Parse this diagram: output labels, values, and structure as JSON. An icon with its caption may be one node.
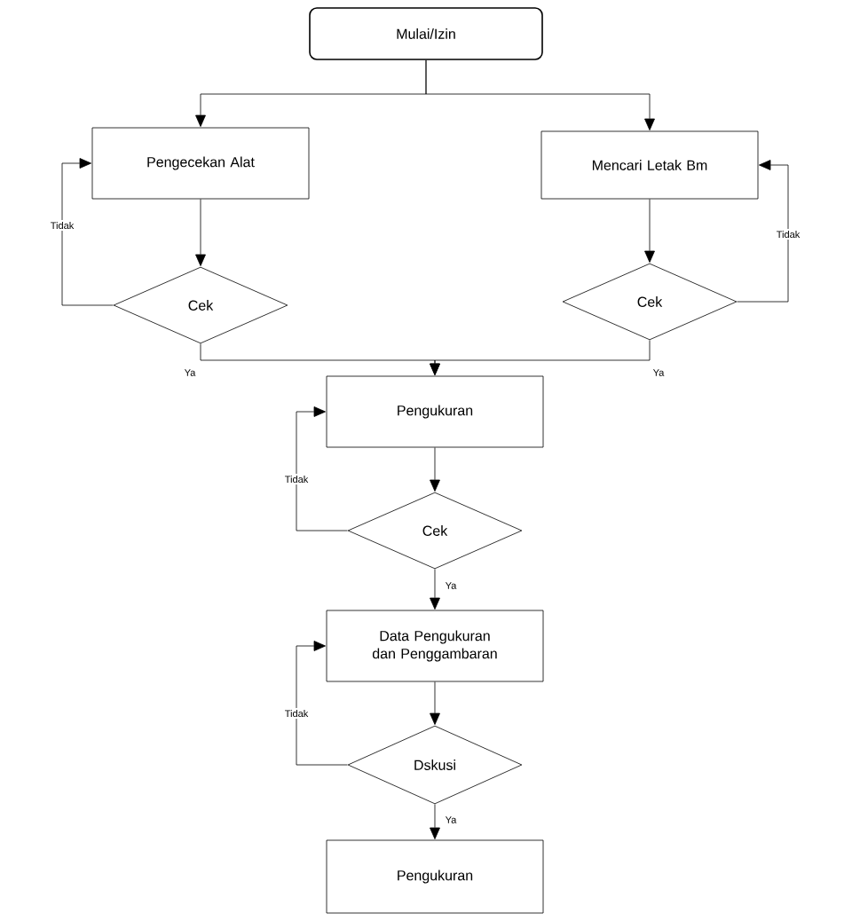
{
  "diagram": {
    "nodes": [
      {
        "text": [
          "Mulai/Izin"
        ]
      },
      {
        "text": [
          "Pengecekan  Alat"
        ]
      },
      {
        "text": [
          "Mencari  Letak Bm"
        ]
      },
      {
        "text": [
          "Cek"
        ]
      },
      {
        "text": [
          "Cek"
        ]
      },
      {
        "text": [
          "Pengukuran"
        ]
      },
      {
        "text": [
          "Cek"
        ]
      },
      {
        "text": [
          "Data Pengukuran  dan Penggambaran"
        ]
      },
      {
        "text": [
          "Dskusi"
        ]
      },
      {
        "text": [
          "Pengukuran"
        ]
      }
    ],
    "edges": [
      {
        "from": 0,
        "to": 1,
        "arrow": "to"
      },
      {
        "from": 0,
        "to": 2,
        "arrow": "to"
      },
      {
        "from": 1,
        "to": 3,
        "arrow": "to"
      },
      {
        "from": 3,
        "to": 1,
        "arrow": "to",
        "label": "Tidak"
      },
      {
        "from": 2,
        "to": 4,
        "arrow": "to"
      },
      {
        "from": 4,
        "to": 2,
        "arrow": "to",
        "label": "Tidak"
      },
      {
        "from": 3,
        "to": 5,
        "arrow": "to",
        "label": "Ya"
      },
      {
        "from": 4,
        "to": 5,
        "arrow": "to",
        "label": "Ya"
      },
      {
        "from": 5,
        "to": 6,
        "arrow": "to"
      },
      {
        "from": 6,
        "to": 5,
        "arrow": "to",
        "label": "Tidak"
      },
      {
        "from": 6,
        "to": 7,
        "arrow": "to",
        "label": "Ya"
      },
      {
        "from": 7,
        "to": 8,
        "arrow": "to"
      },
      {
        "from": 8,
        "to": 7,
        "arrow": "to",
        "label": "Tidak"
      },
      {
        "from": 8,
        "to": 9,
        "arrow": "to",
        "label": "Ya"
      }
    ]
  }
}
